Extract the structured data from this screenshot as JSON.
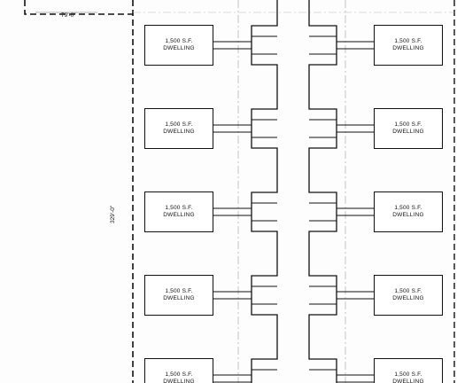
{
  "dwelling": {
    "area": "1,500 S.F.",
    "type": "DWELLING"
  },
  "dimensions": {
    "top": "79'-0\"",
    "left": "329'-0\""
  },
  "layout": {
    "columns": [
      "left",
      "right"
    ],
    "rows_per_column": 5
  },
  "colors": {
    "line": "#111111",
    "background": "#fdfdfd"
  }
}
